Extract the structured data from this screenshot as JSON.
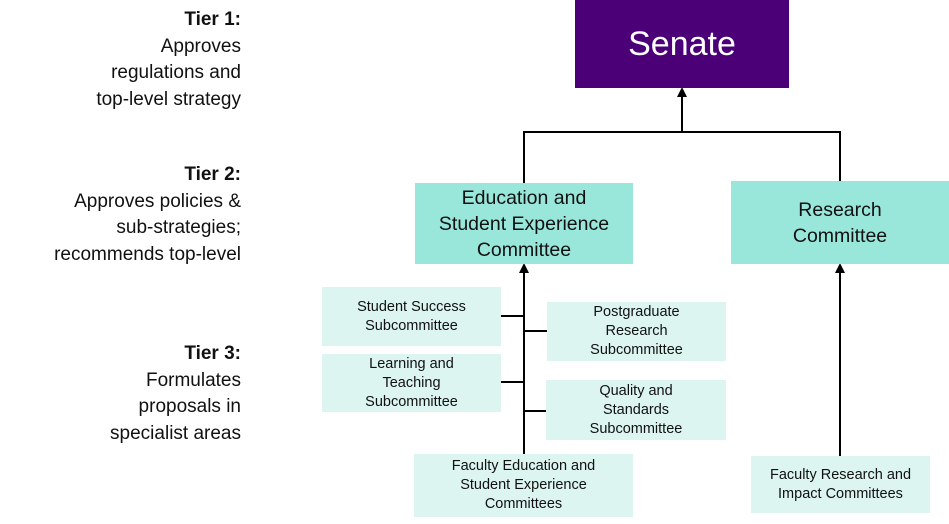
{
  "tiers": [
    {
      "title": "Tier 1:",
      "lines": [
        "Approves",
        "regulations and",
        "top-level strategy"
      ]
    },
    {
      "title": "Tier 2:",
      "lines": [
        "Approves policies &",
        "sub-strategies;",
        "recommends top-level"
      ]
    },
    {
      "title": "Tier 3:",
      "lines": [
        "Formulates",
        "proposals in",
        "specialist areas"
      ]
    }
  ],
  "boxes": {
    "senate": "Senate",
    "education": [
      "Education and",
      "Student Experience",
      "Committee"
    ],
    "research": [
      "Research",
      "Committee"
    ],
    "student_success": [
      "Student Success",
      "Subcommittee"
    ],
    "postgraduate": [
      "Postgraduate",
      "Research",
      "Subcommittee"
    ],
    "learning_teaching": [
      "Learning and",
      "Teaching",
      "Subcommittee"
    ],
    "quality_standards": [
      "Quality and",
      "Standards",
      "Subcommittee"
    ],
    "faculty_education": [
      "Faculty Education and",
      "Student Experience",
      "Committees"
    ],
    "faculty_research": [
      "Faculty Research and",
      "Impact Committees"
    ]
  },
  "colors": {
    "tier1": "#4b0078",
    "tier2": "#99e6da",
    "tier3": "#dcf5f1"
  }
}
